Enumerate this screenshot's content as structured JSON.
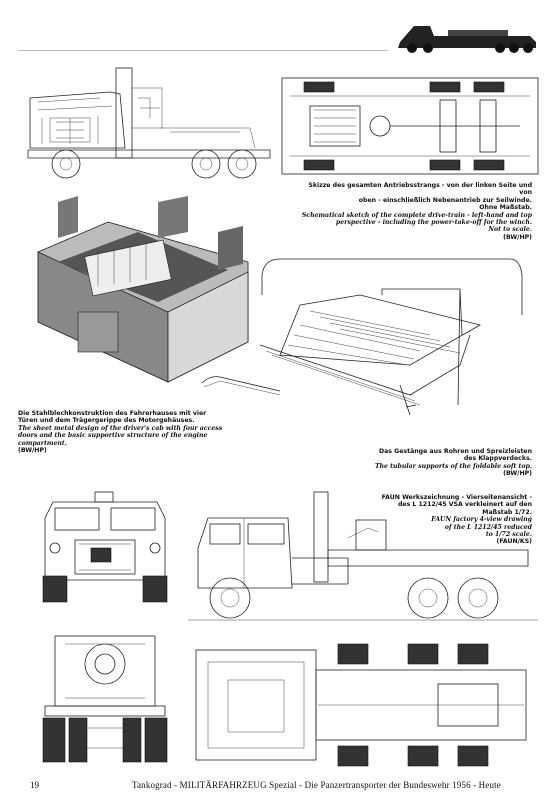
{
  "captions": {
    "drivetrain": {
      "de_line1": "Skizze des gesamten Antriebsstrangs - von der linken Seite und von",
      "de_line2": "oben - einschließlich Nebenantrieb zur Seilwinde.",
      "de_line3": "Ohne Maßstab.",
      "en_line1": "Schematical sketch of the complete drive-train - left-hand and top",
      "en_line2": "perspective - including the power-take-off for the winch.",
      "en_line3": "Not to scale.",
      "credit": "(BW/HP)"
    },
    "cab": {
      "de_line1": "Die Stahlblechkonstruktion des Fahrerhauses mit vier",
      "de_line2": "Türen und dem Trägergerippe des Motorgehäuses.",
      "en_line1": "The sheet metal design of the driver's cab with four access",
      "en_line2": "doors and the basic supportive structure of the engine",
      "en_line3": "compartment.",
      "credit": "(BW/HP)"
    },
    "softtop": {
      "de_line1": "Das Gestänge aus Rohren und Spreizleisten",
      "de_line2": "des Klappverdecks.",
      "en_line1": "The tubular supports of the foldable soft top.",
      "credit": "(BW/HP)"
    },
    "faun": {
      "de_line1": "FAUN Werkszeichnung - Vierseitenansicht -",
      "de_line2": "des L 1212/45 VSA verkleinert auf den",
      "de_line3": "Maßstab 1/72.",
      "en_line1": "FAUN factory 4-view drawing",
      "en_line2": "of the L 1212/45 reduced",
      "en_line3": "to 1/72 scale.",
      "credit": "(FAUN/KS)"
    }
  },
  "footer": {
    "page_number": "19",
    "title": "Tankograd - MILITÄRFAHRZEUG Spezial - Die Panzertransporter der Bundeswehr 1956 - Heute"
  }
}
